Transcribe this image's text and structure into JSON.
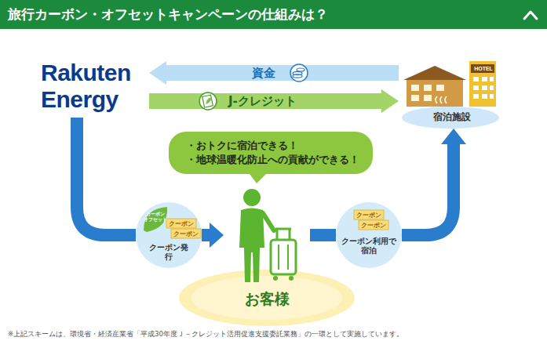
{
  "diagram": {
    "title": "旅行カーボン・オフセットキャンペーンの仕組みは？",
    "caption": "※上記スキームは、環境省・経済産業省「平成30年度Ｊ－クレジット活用促進支援委託業務」の一環として実施しています。",
    "nodes": [
      {
        "text": [
          "Rakuten Energy"
        ]
      },
      {
        "text": [
          "宿泊施設"
        ]
      },
      {
        "text": [
          "・おトクに宿泊できる！",
          "・地球温暖化防止への貢献ができる！"
        ]
      },
      {
        "text": [
          "クーポン発行"
        ]
      },
      {
        "text": [
          "お客様"
        ]
      },
      {
        "text": [
          "クーポン利用で宿泊"
        ]
      }
    ],
    "edges": [
      {
        "from": 1,
        "to": 0,
        "label": "資金",
        "arrow": "to"
      },
      {
        "from": 0,
        "to": 1,
        "label": "J-クレジット",
        "arrow": "to"
      },
      {
        "from": 0,
        "to": 3,
        "arrow": "none"
      },
      {
        "from": 3,
        "to": 4,
        "arrow": "to"
      },
      {
        "from": 4,
        "to": 5,
        "arrow": "none"
      },
      {
        "from": 5,
        "to": 1,
        "arrow": "to"
      }
    ],
    "labels": [
      "HOTEL",
      "カーボン オフセット",
      "クーポン",
      "クーポン",
      "クーポン",
      "クーポン"
    ]
  }
}
